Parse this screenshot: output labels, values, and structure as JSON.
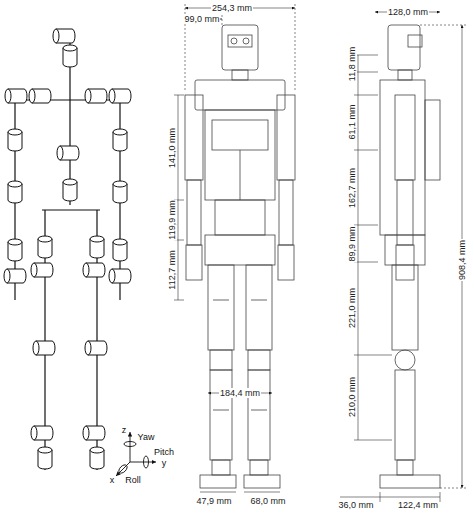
{
  "diagram": {
    "labels": [
      "254,3 mm",
      "99,0 mm",
      "141,0 mm",
      "119,9 mm",
      "112,7 mm",
      "184,4 mm",
      "47,9 mm",
      "68,0 mm",
      "128,0 mm",
      "11,8 mm",
      "61,1 mm",
      "162,7 mm",
      "89,9 mm",
      "221,0 mm",
      "210,0 mm",
      "908,4 mm",
      "36,0 mm",
      "122,4 mm",
      "z",
      "Yaw",
      "Pitch",
      "y",
      "x",
      "Roll"
    ]
  }
}
